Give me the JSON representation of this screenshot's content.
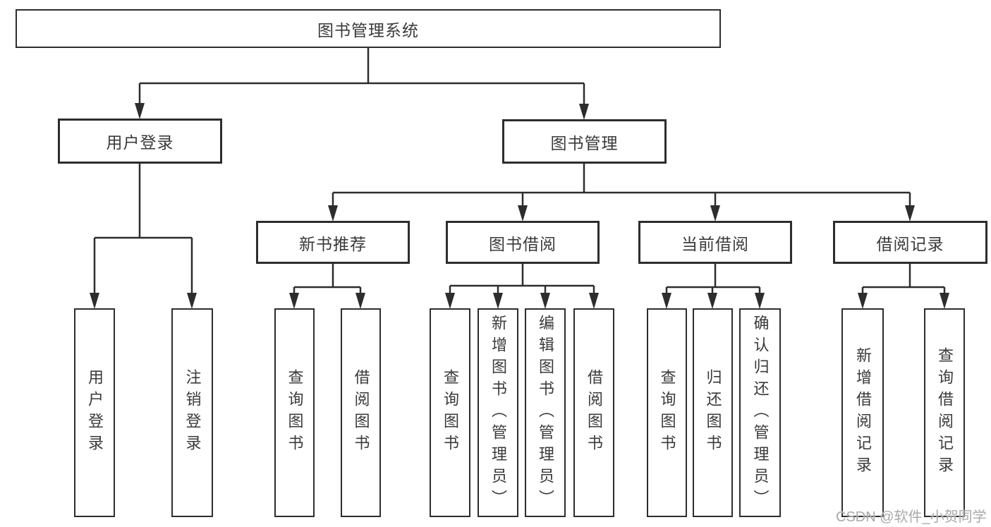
{
  "diagram": {
    "title": "图书管理系统",
    "nodes": {
      "root": "图书管理系统",
      "level1": [
        "用户登录",
        "图书管理"
      ],
      "level2": [
        "新书推荐",
        "图书借阅",
        "当前借阅",
        "借阅记录"
      ],
      "leaves_user": [
        "用户登录",
        "注销登录"
      ],
      "leaves_newbook": [
        "查询图书",
        "借阅图书"
      ],
      "leaves_borrow": [
        "查询图书",
        "新增图书（管理员）",
        "编辑图书（管理员）",
        "借阅图书"
      ],
      "leaves_current": [
        "查询图书",
        "归还图书",
        "确认归还（管理员）"
      ],
      "leaves_records": [
        "新增借阅记录",
        "查询借阅记录"
      ]
    },
    "colors": {
      "line": "#2d2d2d",
      "text": "#3a3a3a",
      "background": "#ffffff",
      "watermark": "#a9a9a9"
    }
  },
  "watermark": {
    "text": "CSDN @软件_小贺同学"
  }
}
